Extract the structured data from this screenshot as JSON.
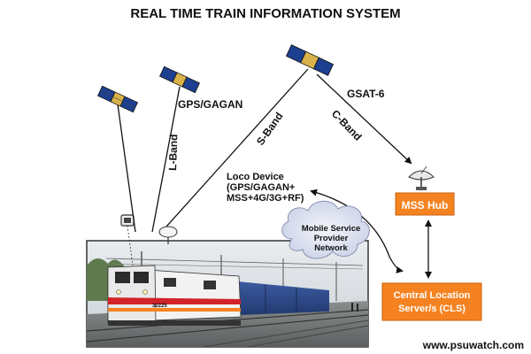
{
  "title": "REAL TIME TRAIN INFORMATION SYSTEM",
  "satellites": {
    "gps_label": "GPS/GAGAN",
    "gsat_label": "GSAT-6"
  },
  "links": {
    "l_band": "L-Band",
    "s_band": "S-Band",
    "c_band": "C-Band"
  },
  "loco_device": {
    "line1": "Loco Device",
    "line2": "(GPS/GAGAN+",
    "line3": "MSS+4G/3G+RF)"
  },
  "cloud": {
    "line1": "Mobile Service",
    "line2": "Provider",
    "line3": "Network"
  },
  "mss_hub": {
    "label": "MSS Hub"
  },
  "cls": {
    "line1": "Central Location",
    "line2": "Server/s (CLS)"
  },
  "locomotive": {
    "number": "30225"
  },
  "footer": {
    "website": "www.psuwatch.com"
  },
  "colors": {
    "box_orange": "#f58220",
    "box_text": "#ffffff",
    "panel_blue": "#2e4c8a",
    "line_dark": "#111111"
  }
}
